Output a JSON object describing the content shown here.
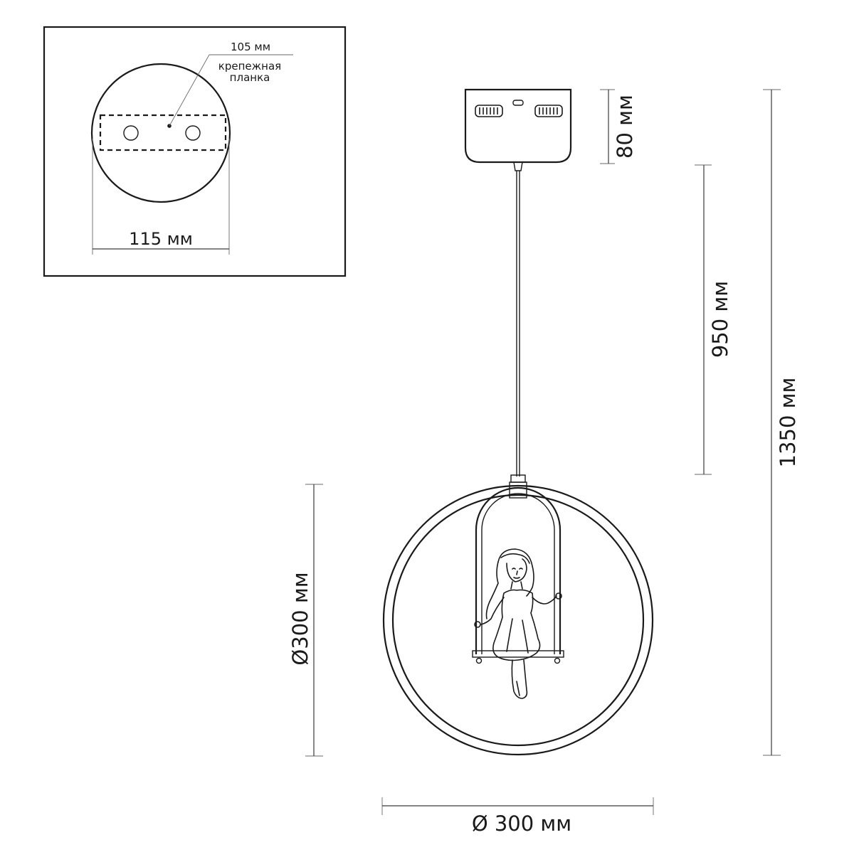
{
  "inset": {
    "dim_plate": "105 мм",
    "label_plate_line1": "крепежная",
    "label_plate_line2": "планка",
    "dim_width": "115 мм"
  },
  "main": {
    "dim_canopy_height": "80 мм",
    "dim_cable_length": "950 мм",
    "dim_total_height": "1350 мм",
    "dim_ring_height": "Ø300 мм",
    "dim_ring_width": "Ø 300 мм"
  }
}
